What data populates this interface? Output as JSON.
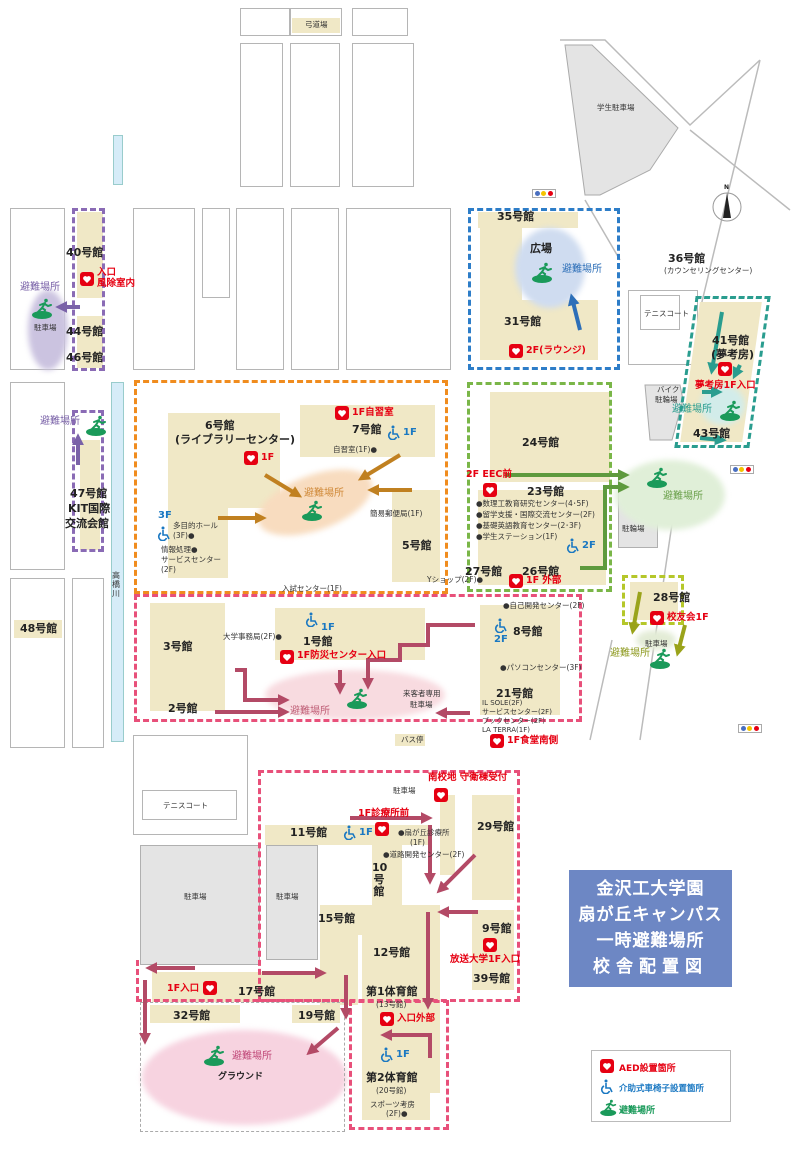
{
  "title": [
    "金沢工大学園",
    "扇が丘キャンパス",
    "一時避難場所",
    "校舎配置図"
  ],
  "legend": {
    "aed": "AED設置箇所",
    "wheelchair": "介助式車椅子設置箇所",
    "evacuation": "避難場所"
  },
  "north": "N",
  "evacuation_label": "避難場所",
  "labels": {
    "kyudojo": "弓道場",
    "student_parking": "学生駐車場",
    "b40": "40号館",
    "b44": "44号館",
    "b46": "46号館",
    "parking_w": "駐車場",
    "b47": "47号館",
    "b47_kit": "KIT国際",
    "b47_sub": "交流会館",
    "b48": "48号館",
    "river": "高橋川",
    "b6": "6号館",
    "b6_sub": "(ライブラリーセンター)",
    "b7": "7号館",
    "jishu": "自習室(1F)●",
    "yubin": "簡易郵便局(1F)",
    "b5": "5号館",
    "tamokuteki": "多目的ホール",
    "tamokuteki_f": "(3F)●",
    "joho1": "情報処理●",
    "joho2": "サービスセンター",
    "joho3": "(2F)",
    "nyushi": "入試センター(1F)",
    "yshop": "Yショップ(2F)●",
    "b35": "35号館",
    "hiroba": "広場",
    "b31": "31号館",
    "b36": "36号館",
    "b36_sub": "(カウンセリングセンター)",
    "tennis": "テニスコート",
    "bike1": "バイク",
    "bike2": "駐輪場",
    "b41": "41号館",
    "b41_sub": "(夢考房)",
    "b43": "43号館",
    "b24": "24号館",
    "b23": "23号館",
    "b23_list": [
      "●数理工教育研究センター(4･5F)",
      "●留学支援・国際交流センター(2F)",
      "●基礎英語教育センター(2･3F)",
      "●学生ステーション(1F)"
    ],
    "b27": "27号館",
    "b26": "26号館",
    "churinjo": "駐輪場",
    "b28": "28号館",
    "parking28": "駐車場",
    "b3": "3号館",
    "b2": "2号館",
    "b1": "1号館",
    "jimukyoku": "大学事務局(2F)●",
    "raikyaku1": "来客者専用",
    "raikyaku2": "駐車場",
    "bus": "バス停",
    "jiko": "●自己開発センター(2F)",
    "b8": "8号館",
    "pc": "●パソコンセンター(3F)",
    "b21": "21号館",
    "b21_list": [
      "IL SOLE(2F)",
      "サービスセンター(2F)",
      "ブックセンター(2F)",
      "LA TERRA(1F)"
    ],
    "tennis_s": "テニスコート",
    "parking_s1": "駐車場",
    "parking_s2": "駐車場",
    "parking_s3": "駐車場",
    "b11": "11号館",
    "shinryo1": "●扇が丘診療所",
    "shinryo2": "(1F)",
    "doro": "●道路開発センター(2F)",
    "b10": "10号館",
    "b29": "29号館",
    "b15": "15号館",
    "b12": "12号館",
    "b9": "9号館",
    "b39": "39号館",
    "gym1": "第1体育館",
    "gym1_sub": "(13号館)",
    "b17": "17号館",
    "b32": "32号館",
    "b19": "19号館",
    "ground": "グラウンド",
    "gym2": "第2体育館",
    "gym2_sub": "(20号館)",
    "sports1": "スポーツ考房",
    "sports2": "(2F)●"
  },
  "aed": {
    "b40_1": "入口",
    "b40_2": "風除室内",
    "b7": "1F自習室",
    "b6": "1F",
    "b31": "2F(ラウンジ)",
    "b41": "夢考房1F入口",
    "b23": "2F EEC前",
    "b26": "1F 外部",
    "b28": "校友会1F",
    "b1": "1F防災センター入口",
    "b21": "1F食堂南側",
    "south_gate": "南校地 守衛棟受付",
    "clinic": "1F診療所前",
    "b9": "放送大学1F入口",
    "gym1": "入口外部",
    "b17": "1F入口"
  },
  "wheelchair": {
    "b7": "1F",
    "b6": "3F",
    "b23": "2F",
    "b1": "1F",
    "b8": "2F",
    "b11": "1F",
    "gym2": "1F"
  },
  "colors": {
    "aed": "#e60012",
    "wheelchair": "#1a78c2",
    "evac": "#1a9a5a",
    "title_bg": "#6d87c4"
  }
}
